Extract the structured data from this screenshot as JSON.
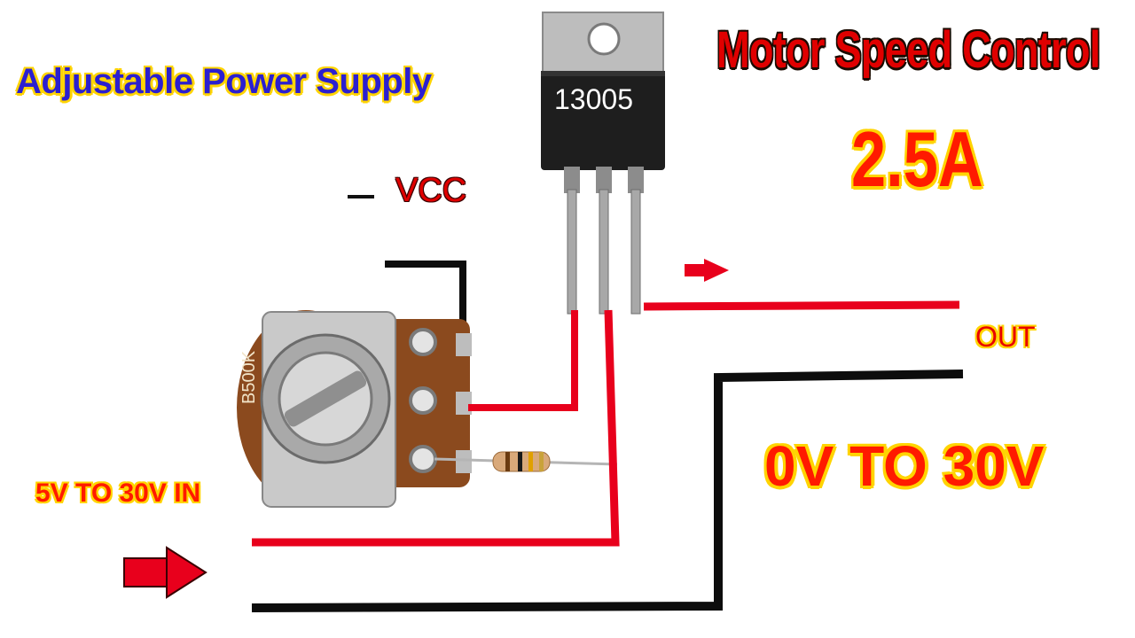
{
  "title_left": "Adjustable Power Supply",
  "title_right": "Motor Speed Control",
  "current_rating": "2.5A",
  "vcc_label": "VCC",
  "out_label": "OUT",
  "output_range": "0V TO 30V",
  "input_range": "5V TO 30V IN",
  "transistor": {
    "part_number": "13005",
    "pins": 3
  },
  "potentiometer": {
    "marking": "B500K"
  },
  "colors": {
    "red_wire": "#e8001c",
    "black_wire": "#0d0d0d",
    "title_blue": "#2b1fd0",
    "title_red": "#e00000",
    "outline_yellow": "#ffd400"
  }
}
